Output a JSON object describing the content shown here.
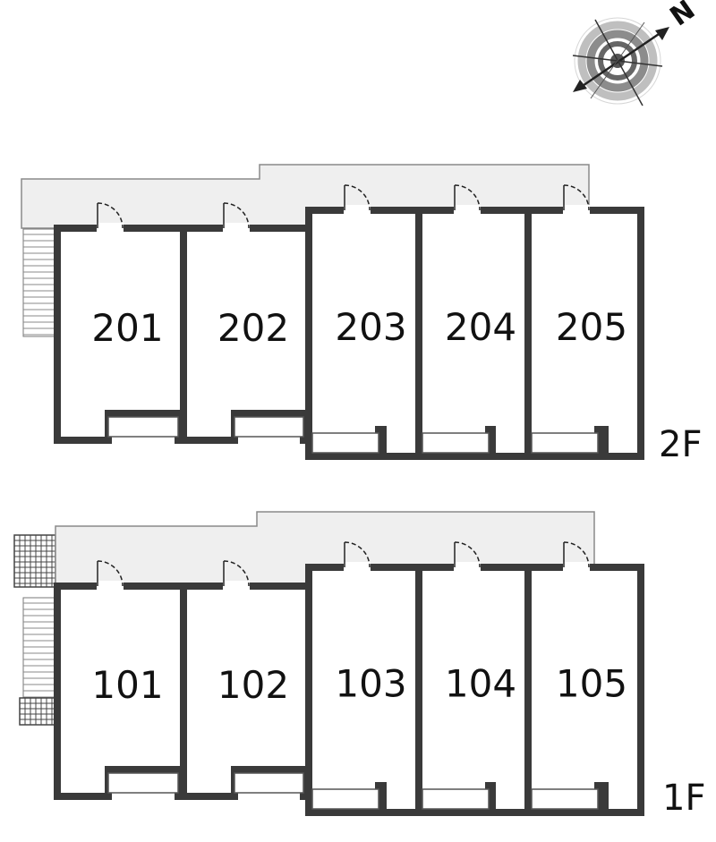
{
  "compass": {
    "north_label": "N",
    "icon": "north-arrow-compass"
  },
  "colors": {
    "wall": "#3a3a3a",
    "corridor": "#efefef",
    "corridor_edge": "#8a8a8a",
    "door": "#222222",
    "text": "#111111"
  },
  "floors": [
    {
      "id": "floor-2",
      "label": "2F",
      "rooms": [
        "201",
        "202",
        "203",
        "204",
        "205"
      ]
    },
    {
      "id": "floor-1",
      "label": "1F",
      "rooms": [
        "101",
        "102",
        "103",
        "104",
        "105"
      ]
    }
  ]
}
